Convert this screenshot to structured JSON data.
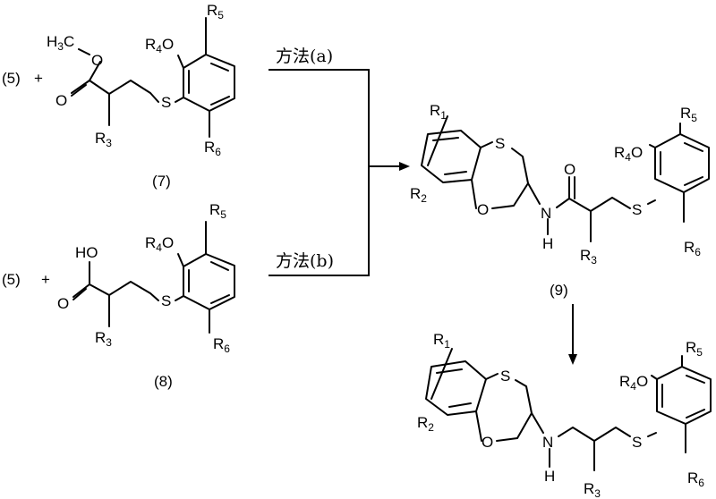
{
  "reactions": {
    "top": {
      "reactant": "(5)",
      "plus": "+",
      "compound_id": "(7)",
      "method": "方法(a)"
    },
    "bottom": {
      "reactant": "(5)",
      "plus": "+",
      "compound_id": "(8)",
      "method": "方法(b)"
    }
  },
  "compound7": {
    "ester_label": "H3C",
    "ester_o": "O",
    "carbonyl_o": "O",
    "s": "S",
    "r3": "R3",
    "r4o": "R4O",
    "r5": "R5",
    "r6": "R6"
  },
  "compound8": {
    "acid_label": "HO",
    "carbonyl_o": "O",
    "s": "S",
    "r3": "R3",
    "r4o": "R4O",
    "r5": "R5",
    "r6": "R6"
  },
  "compound9": {
    "id": "(9)",
    "r1": "R1",
    "r2": "R2",
    "s_ring": "S",
    "o_ring": "O",
    "n": "N",
    "h": "H",
    "carbonyl_o": "O",
    "s": "S",
    "r3": "R3",
    "r4o": "R4O",
    "r5": "R5",
    "r6": "R6"
  },
  "product": {
    "r1": "R1",
    "r2": "R2",
    "s_ring": "S",
    "o_ring": "O",
    "n": "N",
    "h": "H",
    "s": "S",
    "r3": "R3",
    "r4o": "R4O",
    "r5": "R5",
    "r6": "R6"
  }
}
